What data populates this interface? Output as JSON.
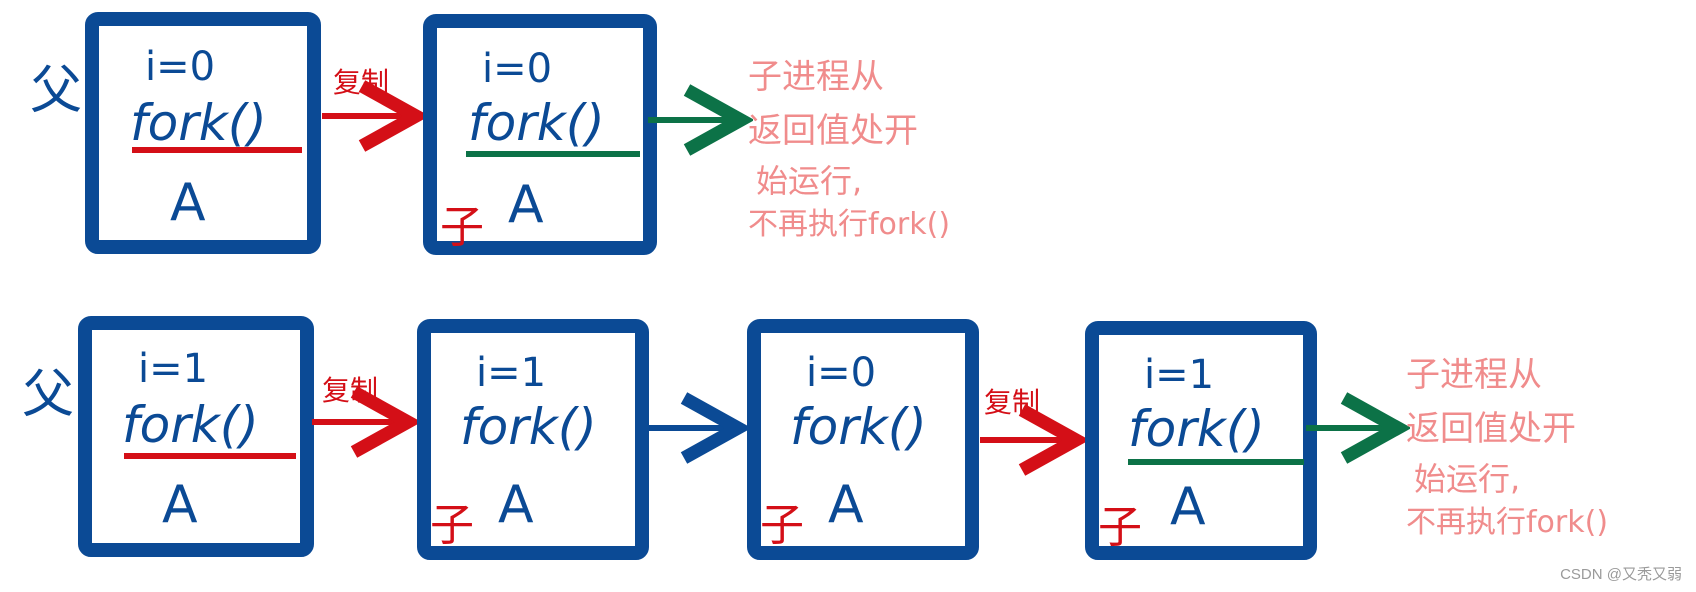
{
  "labels": {
    "parent": "父",
    "child": "子",
    "copy": "复制",
    "code_fork": "fork()",
    "code_a": "A"
  },
  "rows": [
    {
      "boxes": [
        {
          "i": "i=0",
          "role": "parent"
        },
        {
          "i": "i=0",
          "role": "child"
        }
      ],
      "note": [
        "子进程从",
        "返回值处开",
        "始运行,",
        "不再执行fork()"
      ]
    },
    {
      "boxes": [
        {
          "i": "i=1",
          "role": "parent"
        },
        {
          "i": "i=1",
          "role": "child"
        },
        {
          "i": "i=0",
          "role": "child"
        },
        {
          "i": "i=1",
          "role": "child"
        }
      ],
      "note": [
        "子进程从",
        "返回值处开",
        "始运行,",
        "不再执行fork()"
      ]
    }
  ],
  "watermark": "CSDN @又秃又弱",
  "colors": {
    "box": "#0b4a95",
    "ink": "#0b4a95",
    "red": "#d40f17",
    "green": "#0c7247",
    "note": "#f08c8c"
  }
}
